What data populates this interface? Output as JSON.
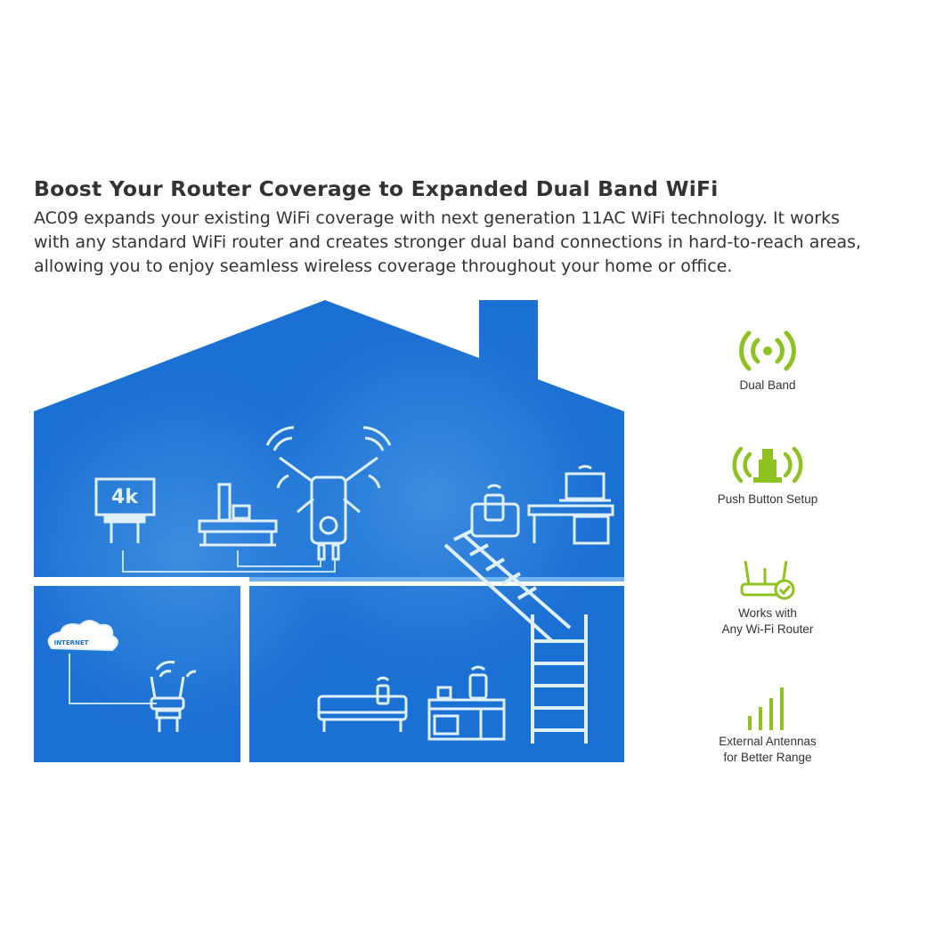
{
  "header": {
    "title": "Boost Your Router Coverage to Expanded Dual Band WiFi",
    "description_lines": [
      "AC09 expands your existing WiFi coverage with next generation 11AC WiFi technology. It works",
      "with any standard WiFi router and creates stronger dual band connections in hard-to-reach areas,",
      "allowing you to enjoy seamless wireless coverage throughout your home or office."
    ]
  },
  "illustration": {
    "tv_label": "4k",
    "internet_label": "INTERNET"
  },
  "features": [
    {
      "icon": "dual-band-icon",
      "lines": [
        "Dual Band"
      ]
    },
    {
      "icon": "push-button-icon",
      "lines": [
        "Push Button Setup"
      ]
    },
    {
      "icon": "router-check-icon",
      "lines": [
        "Works with",
        "Any Wi-Fi Router"
      ]
    },
    {
      "icon": "signal-bars-icon",
      "lines": [
        "External Antennas",
        "for Better Range"
      ]
    }
  ],
  "colors": {
    "house_blue": "#1b70d3",
    "line_light": "#bfe0f7",
    "accent_green": "#8dc21f",
    "text": "#333333"
  }
}
